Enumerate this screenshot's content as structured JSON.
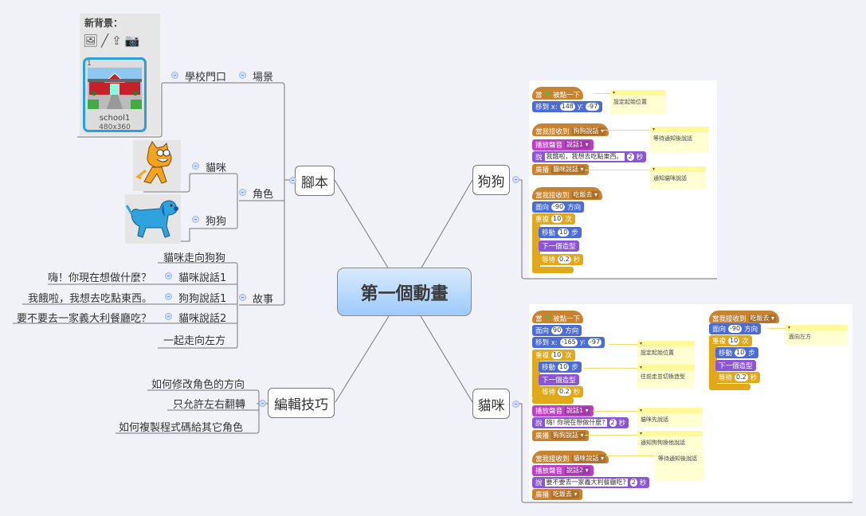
{
  "central_topic": "第一個動畫",
  "branches": {
    "script": {
      "label": "腳本",
      "scene": {
        "label": "場景",
        "child": "學校門口"
      },
      "role": {
        "label": "角色",
        "children": [
          "貓咪",
          "狗狗"
        ]
      },
      "story": {
        "label": "故事",
        "children": [
          {
            "label": "貓咪走向狗狗"
          },
          {
            "label": "貓咪說話1",
            "detail": "嗨！你現在想做什麼？"
          },
          {
            "label": "狗狗說話1",
            "detail": "我餓啦，我想去吃點東西。"
          },
          {
            "label": "貓咪說話2",
            "detail": "要不要去一家義大利餐廳吃？"
          },
          {
            "label": "一起走向左方"
          }
        ]
      }
    },
    "tips": {
      "label": "編輯技巧",
      "children": [
        "如何修改角色的方向",
        "只允許左右翻轉",
        "如何複製程式碼給其它角色"
      ]
    },
    "dog": {
      "label": "狗狗"
    },
    "cat": {
      "label": "貓咪"
    }
  },
  "backdrop_panel": {
    "title": "新背景：",
    "tools": [
      "picture-icon",
      "paintbrush-icon",
      "upload-icon",
      "camera-icon"
    ],
    "thumb_number": "1",
    "thumb_name": "school1",
    "thumb_size": "480x360"
  },
  "dog_scripts": {
    "s1": {
      "hat": "當",
      "hat2": "被點一下",
      "goto": "移到 x:",
      "x": "148",
      "y_label": "y:",
      "y": "-97",
      "note": "設定起始位置"
    },
    "s2": {
      "hat": "當我接收到",
      "msg": "狗狗說話",
      "play": "播放聲音",
      "sound": "說話1",
      "say": "說",
      "say_text": "我餓啦，我想去吃點東西。",
      "secs": "2",
      "secs_unit": "秒",
      "broadcast": "廣播",
      "bmsg": "貓咪說話",
      "note1": "等待通知後說話",
      "note2": "通知貓咪說話"
    },
    "s3": {
      "hat": "當我接收到",
      "msg": "吃飯去",
      "face": "面向",
      "dir": "-90",
      "dir_unit": "方向",
      "repeat": "重複",
      "times": "10",
      "times_unit": "次",
      "move": "移動",
      "steps": "10",
      "steps_unit": "步",
      "next": "下一個造型",
      "wait": "等待",
      "wait_val": "0.2",
      "wait_unit": "秒"
    }
  },
  "cat_scripts": {
    "s1": {
      "hat": "當",
      "hat2": "被點一下",
      "face": "面向",
      "dir": "90",
      "dir_unit": "方向",
      "goto": "移到 x:",
      "x": "-165",
      "y_label": "y:",
      "y": "-97",
      "repeat": "重複",
      "times": "10",
      "times_unit": "次",
      "move": "移動",
      "steps": "10",
      "steps_unit": "步",
      "next": "下一個造型",
      "wait": "等待",
      "wait_val": "0.2",
      "wait_unit": "秒",
      "play": "播放聲音",
      "sound": "說話1",
      "say": "說",
      "say_text": "嗨! 你現在想做什麼?",
      "secs": "2",
      "secs_unit": "秒",
      "broadcast": "廣播",
      "bmsg": "狗狗說話",
      "note1": "設定起始位置",
      "note2": "往前走並切換造型",
      "note3": "貓咪先說話",
      "note4": "通知狗狗換他說話"
    },
    "s2": {
      "hat": "當我接收到",
      "msg": "貓咪說話",
      "play": "播放聲音",
      "sound": "說話2",
      "say": "說",
      "say_text": "要不要去一家義大利餐廳吃?",
      "secs": "2",
      "secs_unit": "秒",
      "broadcast": "廣播",
      "bmsg": "吃飯去",
      "note": "等待通知後說話"
    },
    "s3": {
      "hat": "當我接收到",
      "msg": "吃飯去",
      "face": "面向",
      "dir": "-90",
      "dir_unit": "方向",
      "repeat": "重複",
      "times": "10",
      "times_unit": "次",
      "move": "移動",
      "steps": "10",
      "steps_unit": "步",
      "next": "下一個造型",
      "wait": "等待",
      "wait_val": "0.2",
      "wait_unit": "秒",
      "note": "面向左方"
    }
  },
  "colors": {
    "event": "#c88330",
    "motion": "#4a6cd4",
    "control": "#e1a91a",
    "looks": "#8a55d7",
    "sound": "#bb42c3",
    "central_fill": "#9ccafb",
    "note": "#ffffd2"
  }
}
